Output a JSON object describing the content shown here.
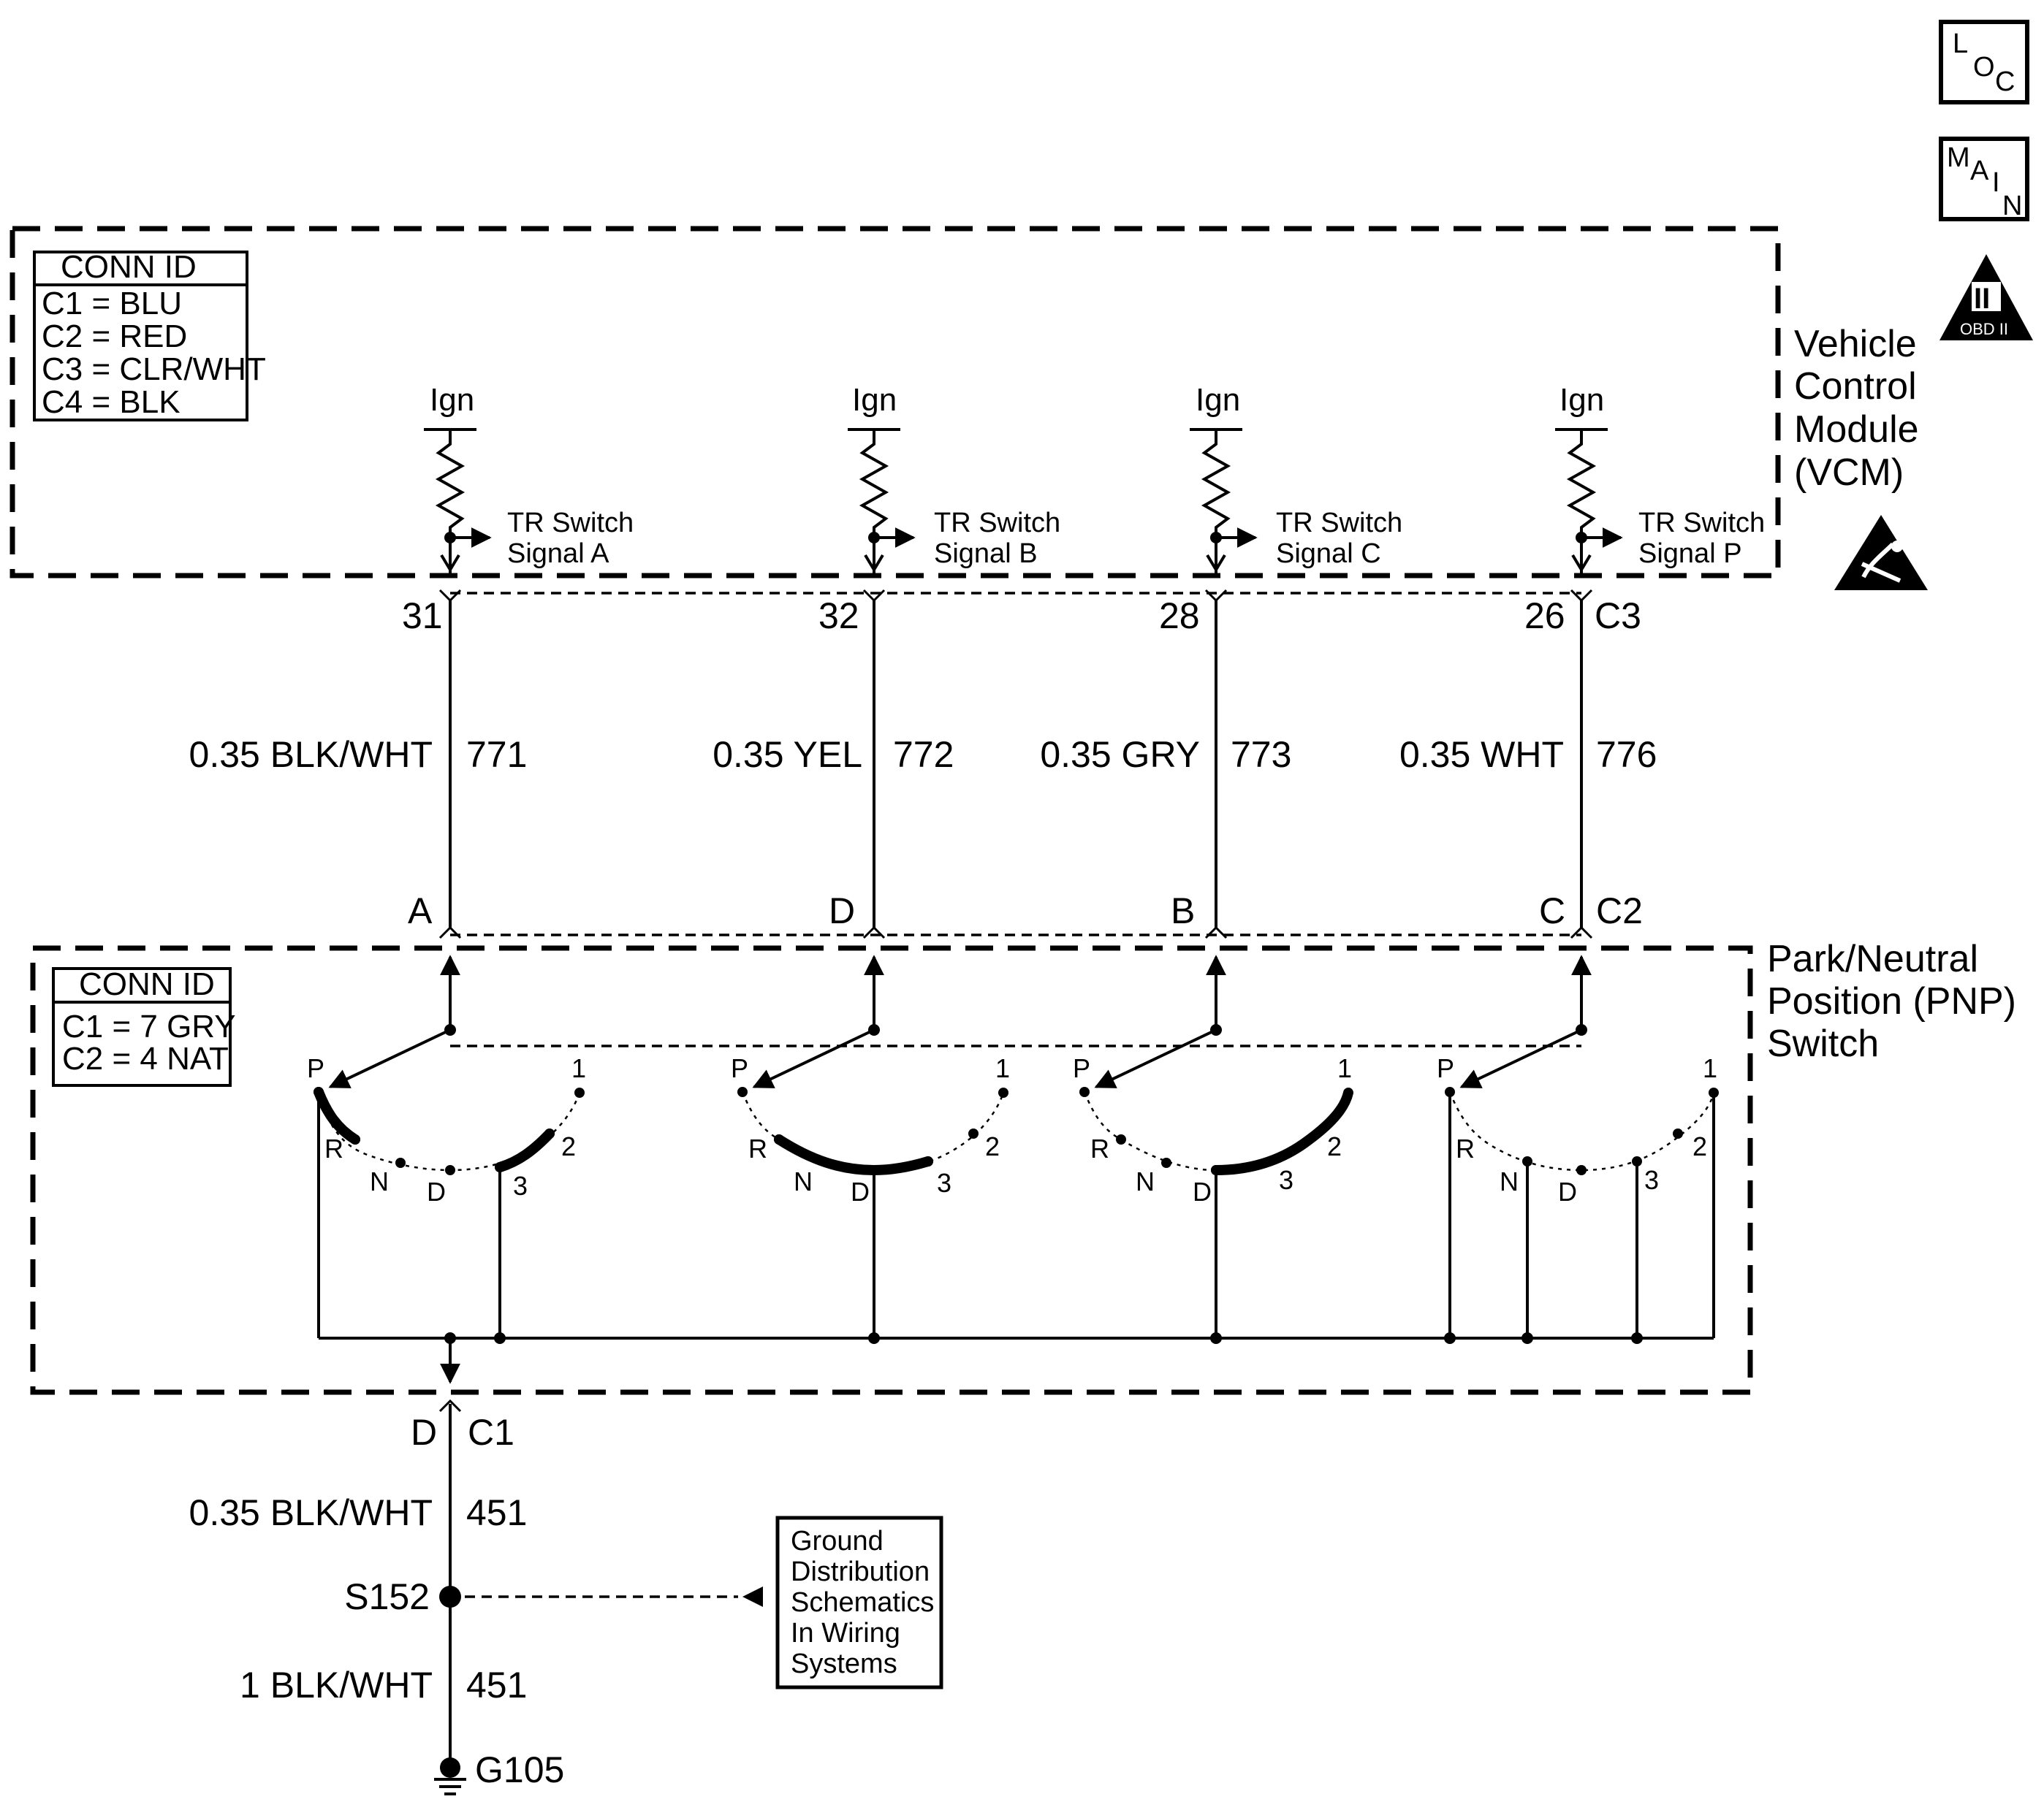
{
  "icons": {
    "loc": [
      "L",
      "O",
      "C"
    ],
    "main": [
      "M",
      "A",
      "I",
      "N"
    ],
    "obd": {
      "numeral": "II",
      "caption": "OBD II"
    },
    "esd": "esd-warning-icon"
  },
  "vcm": {
    "name_lines": [
      "Vehicle",
      "Control",
      "Module",
      "(VCM)"
    ],
    "conn_id": {
      "title": "CONN ID",
      "rows": [
        "C1 = BLU",
        "C2 = RED",
        "C3 = CLR/WHT",
        "C4 = BLK"
      ]
    },
    "inputs": [
      {
        "supply": "Ign",
        "signal_1": "TR Switch",
        "signal_2": "Signal A",
        "pin": "31"
      },
      {
        "supply": "Ign",
        "signal_1": "TR Switch",
        "signal_2": "Signal B",
        "pin": "32"
      },
      {
        "supply": "Ign",
        "signal_1": "TR Switch",
        "signal_2": "Signal C",
        "pin": "28"
      },
      {
        "supply": "Ign",
        "signal_1": "TR Switch",
        "signal_2": "Signal P",
        "pin": "26"
      }
    ],
    "connector": "C3"
  },
  "wires": [
    {
      "spec": "0.35 BLK/WHT",
      "circuit": "771"
    },
    {
      "spec": "0.35 YEL",
      "circuit": "772"
    },
    {
      "spec": "0.35 GRY",
      "circuit": "773"
    },
    {
      "spec": "0.35 WHT",
      "circuit": "776"
    }
  ],
  "pnp": {
    "name_lines": [
      "Park/Neutral",
      "Position (PNP)",
      "Switch"
    ],
    "conn_id": {
      "title": "CONN ID",
      "rows": [
        "C1 = 7 GRY",
        "C2 = 4 NAT"
      ]
    },
    "pins": [
      "A",
      "D",
      "B",
      "C"
    ],
    "connector": "C2",
    "positions": [
      "P",
      "R",
      "N",
      "D",
      "3",
      "2",
      "1"
    ],
    "ground_pin": "D",
    "ground_connector": "C1"
  },
  "ground": {
    "wire1": {
      "spec": "0.35 BLK/WHT",
      "circuit": "451"
    },
    "splice": "S152",
    "wire2": {
      "spec": "1 BLK/WHT",
      "circuit": "451"
    },
    "ground_point": "G105",
    "reference_lines": [
      "Ground",
      "Distribution",
      "Schematics",
      "In Wiring",
      "Systems"
    ]
  }
}
